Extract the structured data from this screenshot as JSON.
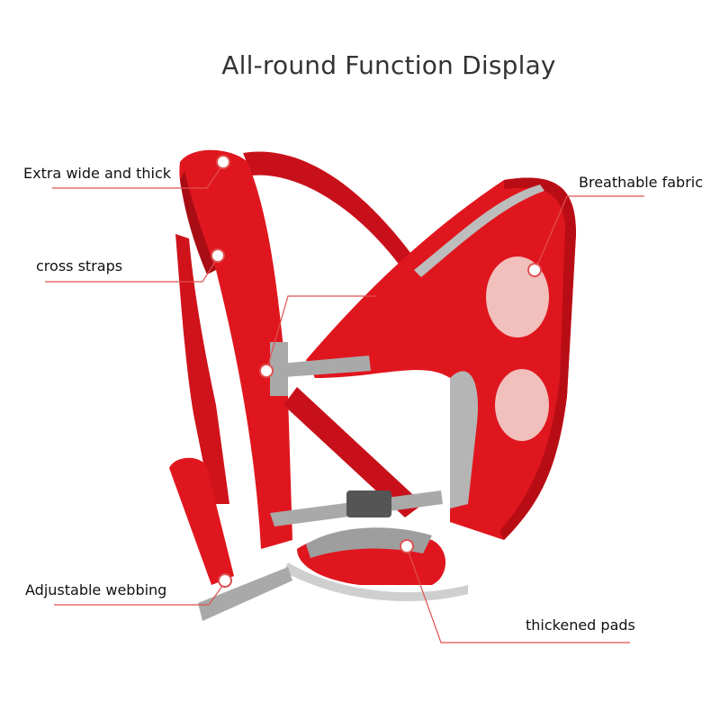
{
  "title": "All-round Function Display",
  "labels": {
    "extra_wide": "Extra wide and thick",
    "cross_straps": "cross straps",
    "breathable": "Breathable fabric",
    "webbing": "Adjustable webbing",
    "pads": "thickened pads"
  },
  "colors": {
    "product_red": "#e0161e",
    "leader_line": "#e05050",
    "webbing_gray": "#a9a9a9"
  }
}
